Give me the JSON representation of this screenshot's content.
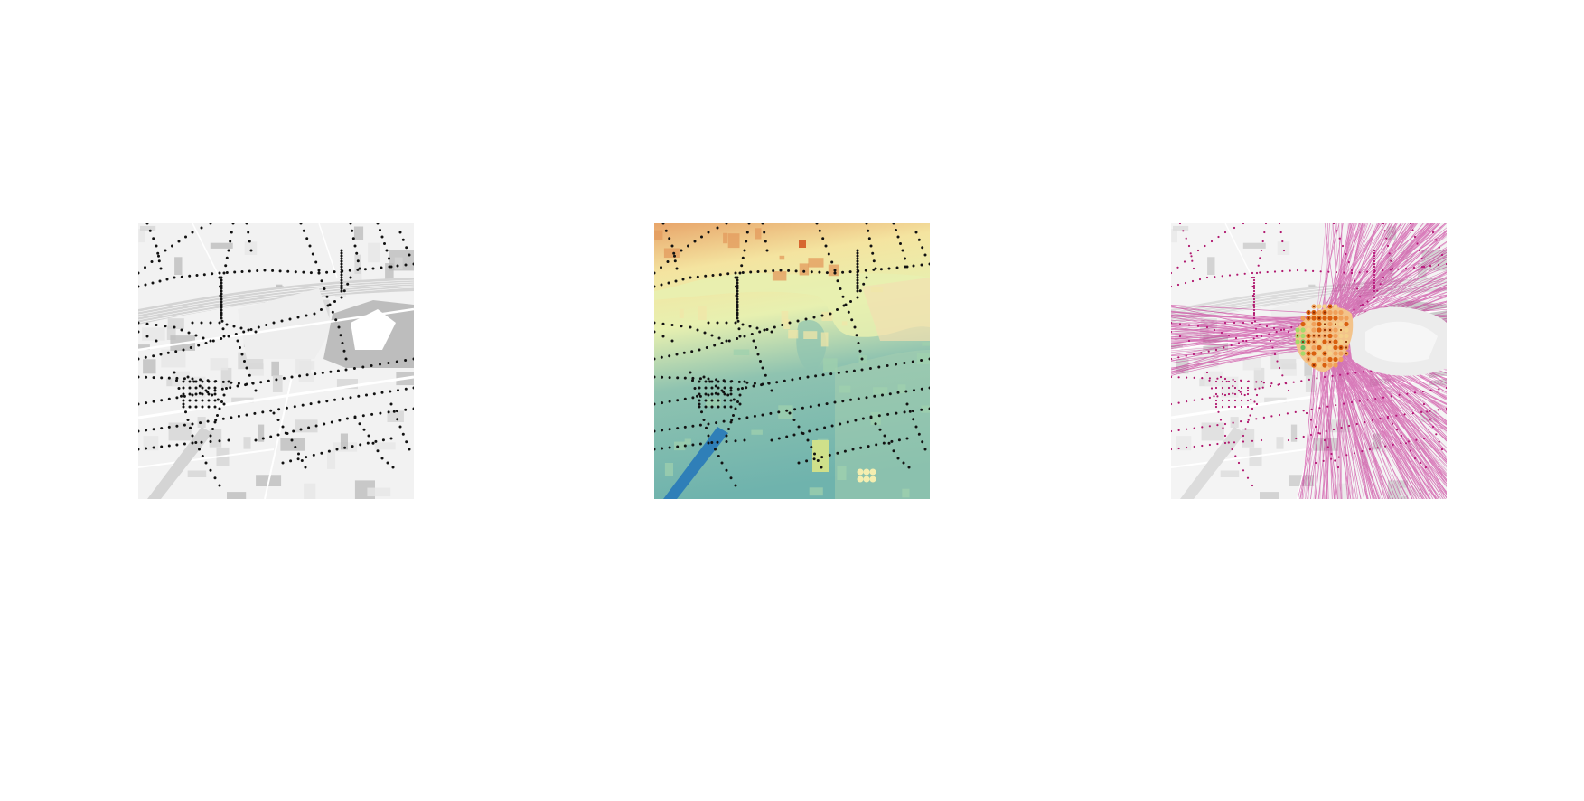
{
  "figure": {
    "panels": [
      {
        "id": "basemap-stops",
        "style": "grey basemap with black transit stop dots",
        "dot_color": "#111111",
        "base_colors": [
          "#f2f2f2",
          "#e6e6e6",
          "#d4d4d4",
          "#bdbdbd"
        ]
      },
      {
        "id": "elevation-stops",
        "style": "elevation raster (spectral colour ramp) with black transit stop dots",
        "dot_color": "#111111",
        "colors": {
          "high": "#e8a56a",
          "upper": "#f4e4a0",
          "mid": "#e7f0b0",
          "low": "#8fc3b0",
          "lowest": "#2f7fb8",
          "building": "#d7662f"
        }
      },
      {
        "id": "flow-lines",
        "style": "grey basemap with magenta flow lines radiating from a central origin cluster",
        "line_color": "#c2188a",
        "dot_color": "#b0176e",
        "cluster_colors": [
          "#d95f0e",
          "#f0a05a",
          "#f5d08a",
          "#a6d96a",
          "#66bd63",
          "#8c2d04"
        ]
      }
    ]
  }
}
